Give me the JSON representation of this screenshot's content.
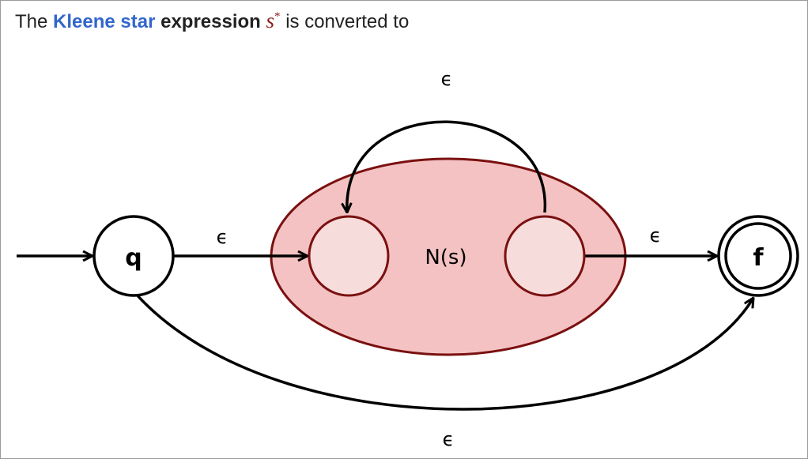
{
  "caption": {
    "prefix": "The ",
    "link_text": "Kleene star",
    "bold_word": "expression",
    "symbol": "s",
    "superscript": "*",
    "suffix": "is converted to"
  },
  "diagram": {
    "states": {
      "start": "q",
      "inner_start": "",
      "inner_end": "",
      "final": "f"
    },
    "subautomaton_label": "N(s)",
    "transitions": {
      "q_to_inner": "ϵ",
      "loop_back": "ϵ",
      "inner_to_f": "ϵ",
      "q_to_f": "ϵ"
    },
    "colors": {
      "region_fill": "#f4c2c2",
      "region_stroke": "#7a1010",
      "inner_state_fill": "#f7dcdc",
      "link": "#3366cc",
      "math": "#8b1a1a"
    }
  }
}
